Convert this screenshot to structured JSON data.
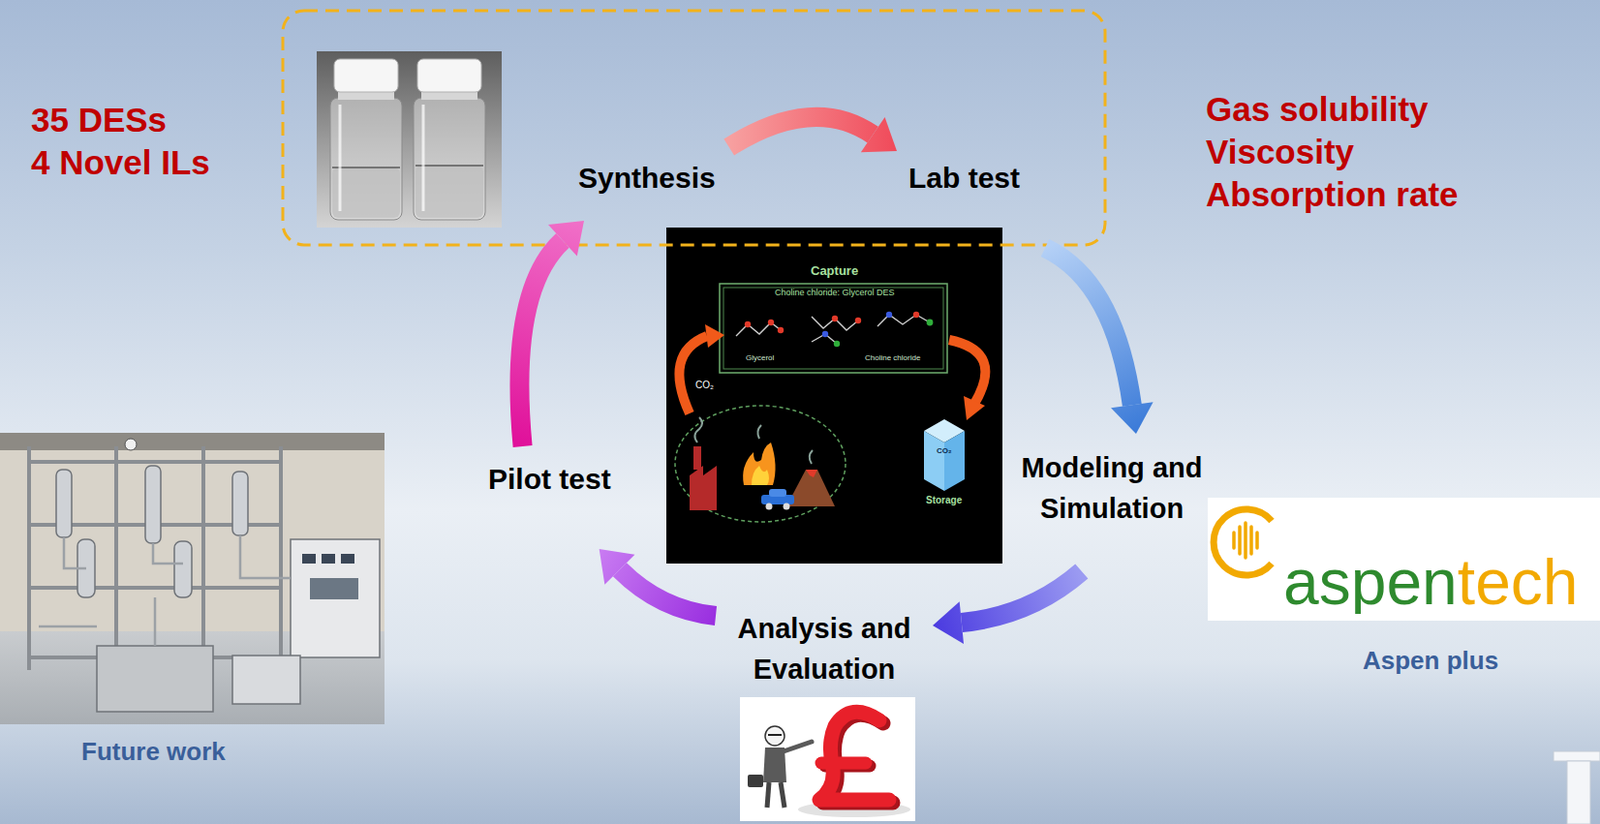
{
  "diagram": {
    "nodes": [
      {
        "text": [
          "Synthesis"
        ]
      },
      {
        "text": [
          "Lab test"
        ]
      },
      {
        "text": [
          "Modeling and Simulation"
        ]
      },
      {
        "text": [
          "Analysis and Evaluation"
        ]
      },
      {
        "text": [
          "Pilot test"
        ]
      }
    ],
    "edges": [
      {
        "from": 0,
        "to": 1,
        "arrow": "to"
      },
      {
        "from": 1,
        "to": 2,
        "arrow": "to"
      },
      {
        "from": 2,
        "to": 3,
        "arrow": "to"
      },
      {
        "from": 3,
        "to": 4,
        "arrow": "to"
      },
      {
        "from": 4,
        "to": 0,
        "arrow": "to"
      }
    ],
    "labels": [
      "35 DESs",
      "4 Novel ILs",
      "Gas solubility",
      "Viscosity",
      "Absorption rate",
      "aspentech",
      "Aspen plus",
      "Future work",
      "Capture",
      "Choline chloride: Glycerol DES",
      "Glycerol",
      "Choline chloride",
      "CO₂",
      "CO₂",
      "Storage"
    ]
  }
}
